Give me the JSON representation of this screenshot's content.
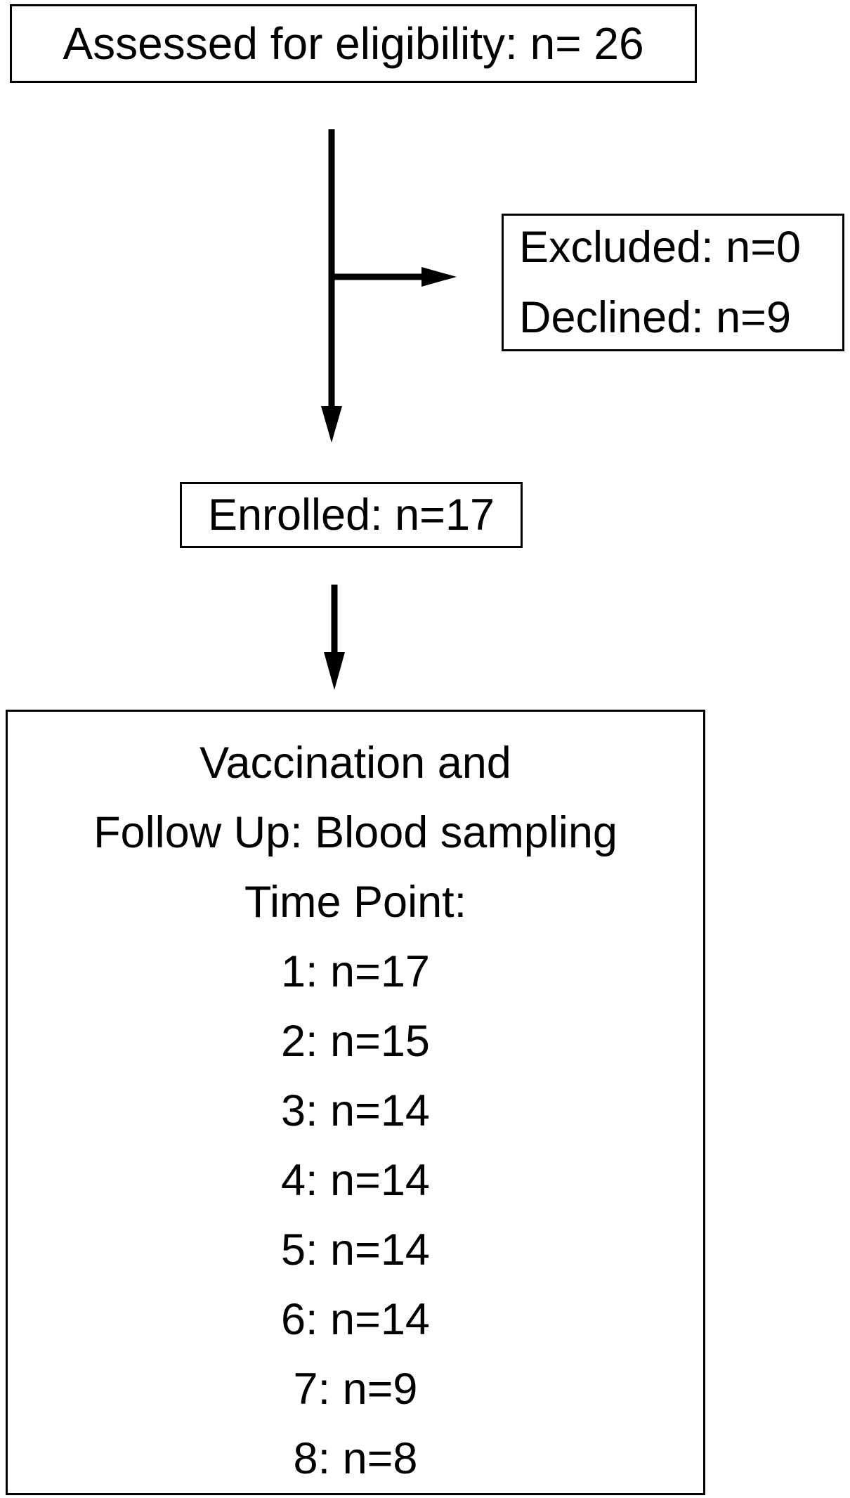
{
  "assessed": {
    "text": "Assessed for eligibility: n= 26"
  },
  "excluded_box": {
    "excluded": "Excluded: n=0",
    "declined": "Declined: n=9"
  },
  "enrolled": {
    "text": "Enrolled: n=17"
  },
  "followup": {
    "line1": "Vaccination and",
    "line2": "Follow Up: Blood sampling",
    "line3": "Time Point:",
    "time_points": [
      "1: n=17",
      "2: n=15",
      "3: n=14",
      "4: n=14",
      "5: n=14",
      "6: n=14",
      "7: n=9",
      "8: n=8"
    ]
  }
}
